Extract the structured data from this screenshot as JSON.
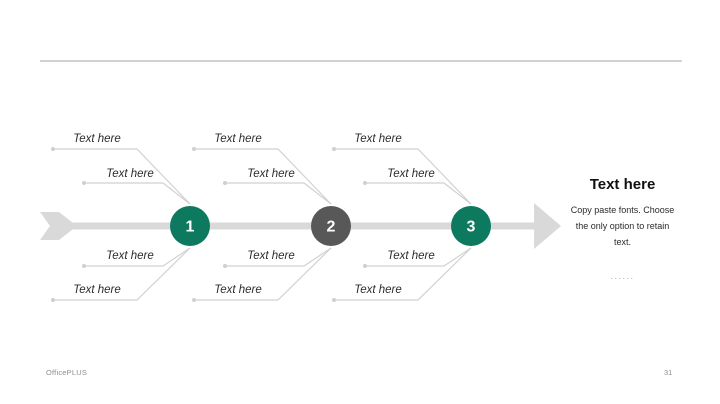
{
  "colors": {
    "accent_green": "#0d7a60",
    "step2_gray": "#585858",
    "spine_gray": "#d9d9d9",
    "branch_line_gray": "#d1d1d1",
    "divider_gray": "#c4c4c4"
  },
  "diagram": {
    "type": "fishbone-process-arrow",
    "steps": [
      {
        "number": "1",
        "circle_color": "#0d7a60",
        "labels": {
          "top_outer": "Text here",
          "top_inner": "Text here",
          "bottom_inner": "Text here",
          "bottom_outer": "Text here"
        }
      },
      {
        "number": "2",
        "circle_color": "#585858",
        "labels": {
          "top_outer": "Text here",
          "top_inner": "Text here",
          "bottom_inner": "Text here",
          "bottom_outer": "Text here"
        }
      },
      {
        "number": "3",
        "circle_color": "#0d7a60",
        "labels": {
          "top_outer": "Text here",
          "top_inner": "Text here",
          "bottom_inner": "Text here",
          "bottom_outer": "Text here"
        }
      }
    ]
  },
  "callout": {
    "title": "Text here",
    "body_lines": [
      "Copy paste fonts. Choose",
      "the only option to retain",
      "text."
    ],
    "ellipsis": "......"
  },
  "footer": {
    "brand": "OfficePLUS",
    "page_number": "31"
  }
}
